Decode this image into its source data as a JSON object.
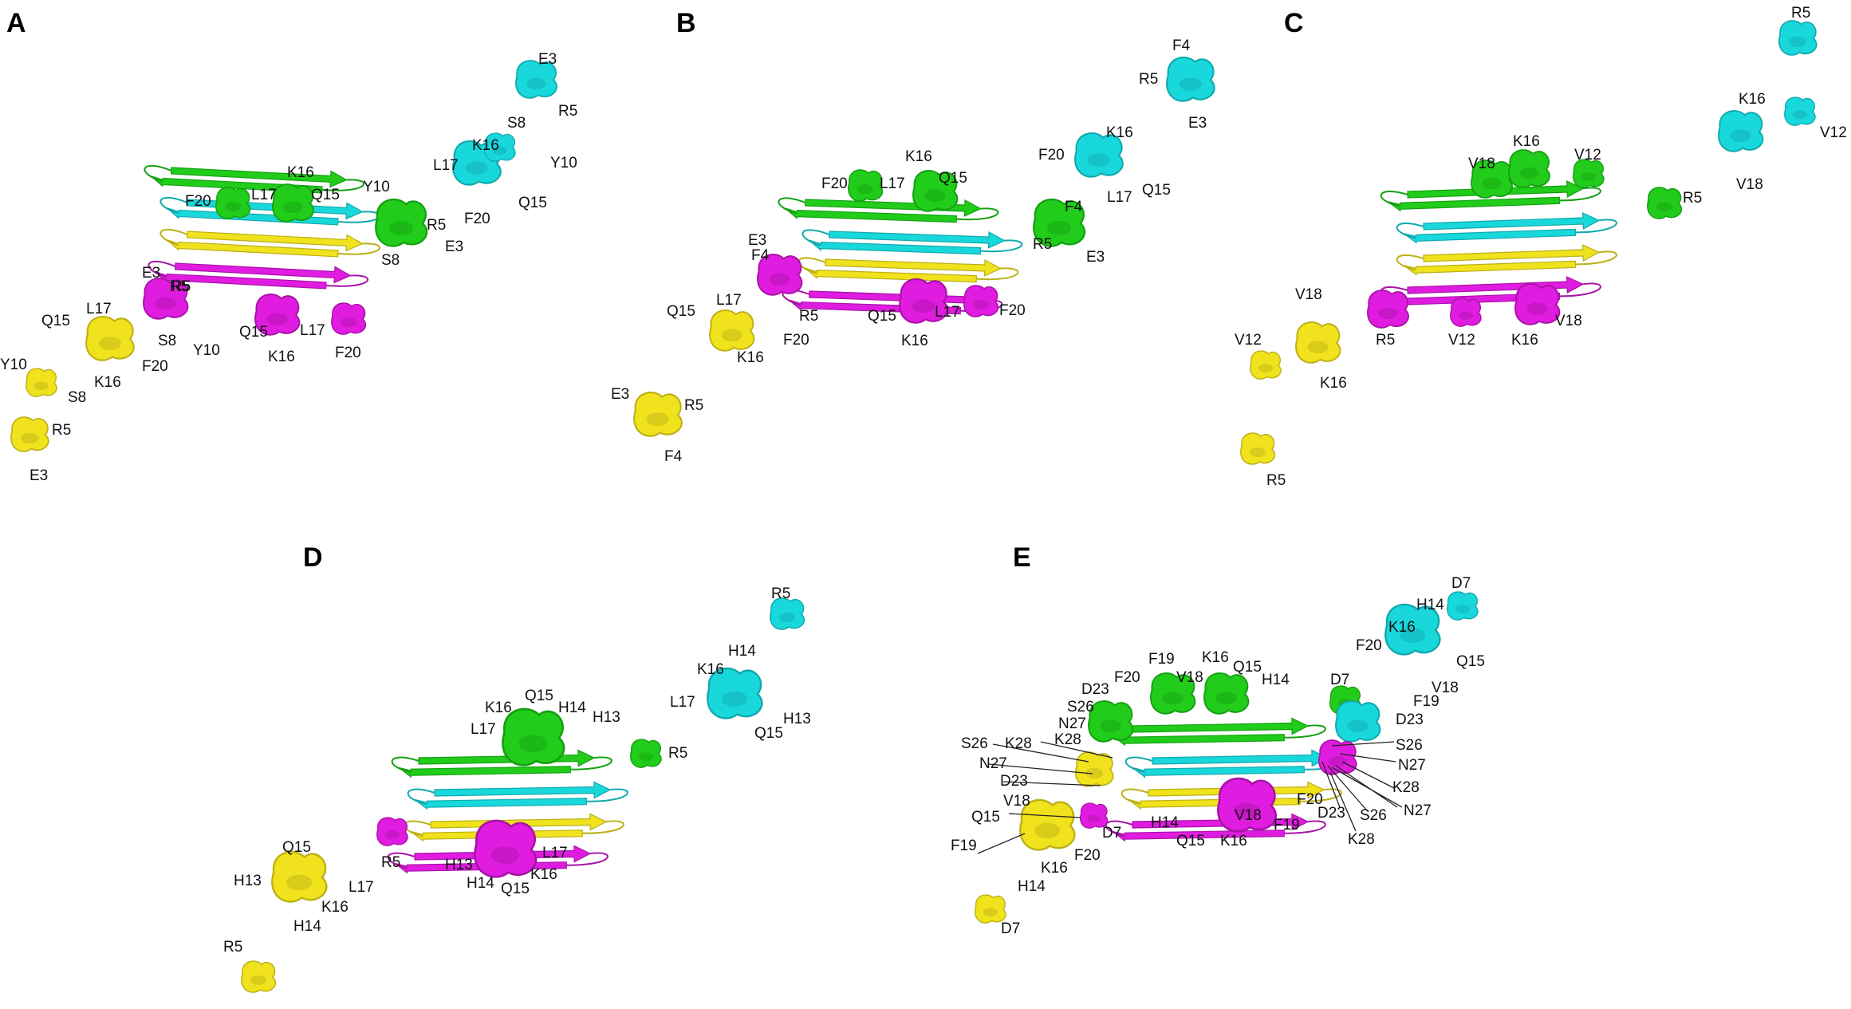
{
  "colors": {
    "green": "#22cc1a",
    "green_dark": "#14a012",
    "cyan": "#19d8dc",
    "cyan_dark": "#10a9ad",
    "yellow": "#f0e21c",
    "yellow_dark": "#bdb016",
    "magenta": "#e01ce0",
    "magenta_dark": "#a812a8"
  },
  "panels": [
    {
      "letter": "A",
      "labels": {
        "green": [
          "F20",
          "L17",
          "K16",
          "Q15",
          "Y10",
          "R5",
          "E3",
          "S8"
        ],
        "cyan": [
          "E3",
          "R5",
          "S8",
          "Y10",
          "K16",
          "L17",
          "Q15",
          "F20"
        ],
        "yellow": [
          "E3",
          "R5",
          "Q15",
          "L17",
          "F20",
          "K16",
          "S8",
          "Y10",
          "R5",
          "E3"
        ],
        "magenta": [
          "R5",
          "S8",
          "Y10",
          "Q15",
          "L17",
          "K16",
          "F20"
        ]
      }
    },
    {
      "letter": "B",
      "labels": {
        "green": [
          "F20",
          "L17",
          "K16",
          "Q15",
          "F4",
          "R5",
          "E3"
        ],
        "cyan": [
          "F4",
          "R5",
          "E3",
          "K16",
          "F20",
          "L17",
          "Q15"
        ],
        "yellow": [
          "E3",
          "F4",
          "L17",
          "Q15",
          "F20",
          "K16",
          "E3",
          "R5",
          "F4"
        ],
        "magenta": [
          "R5",
          "Q15",
          "L17",
          "F20",
          "K16"
        ]
      }
    },
    {
      "letter": "C",
      "labels": {
        "green": [
          "V18",
          "K16",
          "V12",
          "R5"
        ],
        "cyan": [
          "R5",
          "K16",
          "V12",
          "V18"
        ],
        "yellow": [
          "V18",
          "V12",
          "K16",
          "R5"
        ],
        "magenta": [
          "R5",
          "V12",
          "K16",
          "V18"
        ]
      }
    },
    {
      "letter": "D",
      "labels": {
        "green": [
          "K16",
          "Q15",
          "H14",
          "H13",
          "L17",
          "R5"
        ],
        "cyan": [
          "R5",
          "H14",
          "K16",
          "L17",
          "H13",
          "Q15"
        ],
        "yellow": [
          "Q15",
          "H13",
          "L17",
          "K16",
          "H14",
          "R5"
        ],
        "magenta": [
          "R5",
          "H13",
          "H14",
          "Q15",
          "K16",
          "L17"
        ]
      }
    },
    {
      "letter": "E",
      "labels": {
        "green": [
          "F19",
          "K16",
          "Q15",
          "F20",
          "V18",
          "H14",
          "D23",
          "D7",
          "S26",
          "N27",
          "K28"
        ],
        "cyan": [
          "D7",
          "H14",
          "K16",
          "F20",
          "Q15",
          "V18",
          "F19",
          "D23",
          "S26",
          "N27",
          "K28"
        ],
        "yellow": [
          "S26",
          "K28",
          "N27",
          "D23",
          "V18",
          "Q15",
          "F19",
          "F20",
          "K16",
          "H14",
          "D7"
        ],
        "magenta": [
          "D7",
          "H14",
          "Q15",
          "K16",
          "V18",
          "F19",
          "F20",
          "D23",
          "S26",
          "N27",
          "K28"
        ]
      }
    }
  ]
}
